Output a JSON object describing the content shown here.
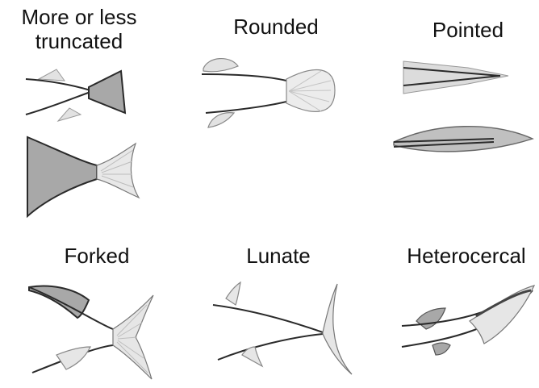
{
  "labels": {
    "truncated": "More or less\ntruncated",
    "rounded": "Rounded",
    "pointed": "Pointed",
    "forked": "Forked",
    "lunate": "Lunate",
    "heterocercal": "Heterocercal"
  },
  "colors": {
    "outline": "#2a2a2a",
    "fill_dark": "#a8a8a8",
    "fill_light": "#e2e2e2",
    "ray": "#9a9a9a"
  }
}
